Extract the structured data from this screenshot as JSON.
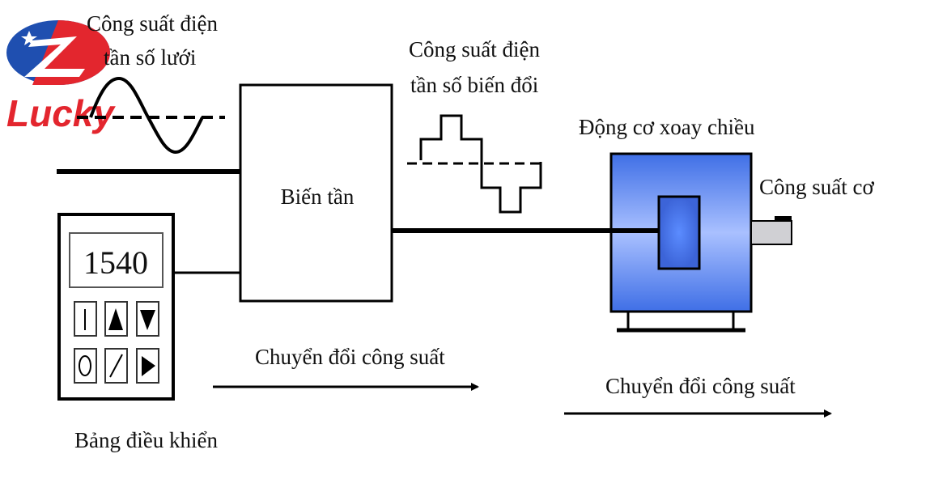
{
  "logo": {
    "text": "Lucky",
    "colors": {
      "blue": "#1f4fb0",
      "red": "#e3262e"
    }
  },
  "grid_power": {
    "line1": "Công suất điện",
    "line2": "tần số lưới"
  },
  "converted_power": {
    "line1": "Công suất điện",
    "line2": "tần số biến đổi"
  },
  "inverter": {
    "label": "Biến tần"
  },
  "motor": {
    "label": "Động cơ xoay chiều",
    "color": "#5a86f0"
  },
  "mechanical_power": {
    "label": "Công suất cơ"
  },
  "control_panel": {
    "label": "Bảng điều khiển",
    "display_value": "1540",
    "buttons": [
      "I",
      "▲",
      "▼",
      "O",
      "/",
      "▶"
    ]
  },
  "arrows": [
    {
      "label": "Chuyển đổi công suất"
    },
    {
      "label": "Chuyển đổi công suất"
    }
  ]
}
